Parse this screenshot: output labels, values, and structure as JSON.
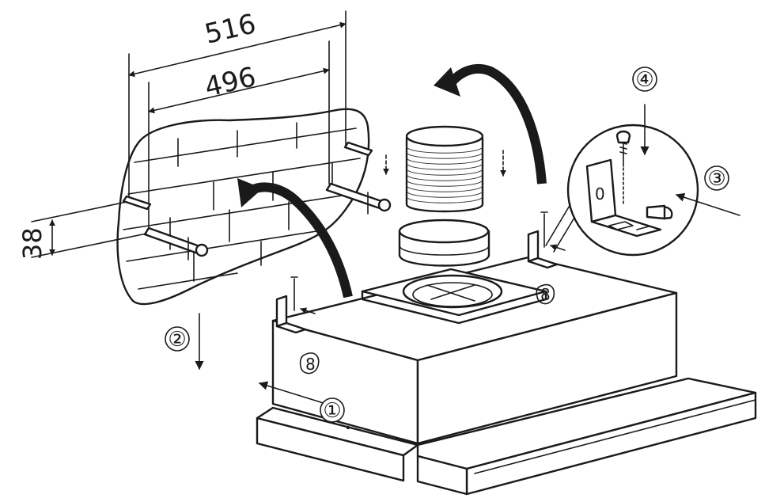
{
  "dimensions": {
    "outer_width": "516",
    "inner_width": "496",
    "vertical_offset": "38"
  },
  "callouts": {
    "c1": "①",
    "c2": "②",
    "c3": "③",
    "c4": "④"
  },
  "bracket_mark": "0",
  "hood_mark": "8"
}
